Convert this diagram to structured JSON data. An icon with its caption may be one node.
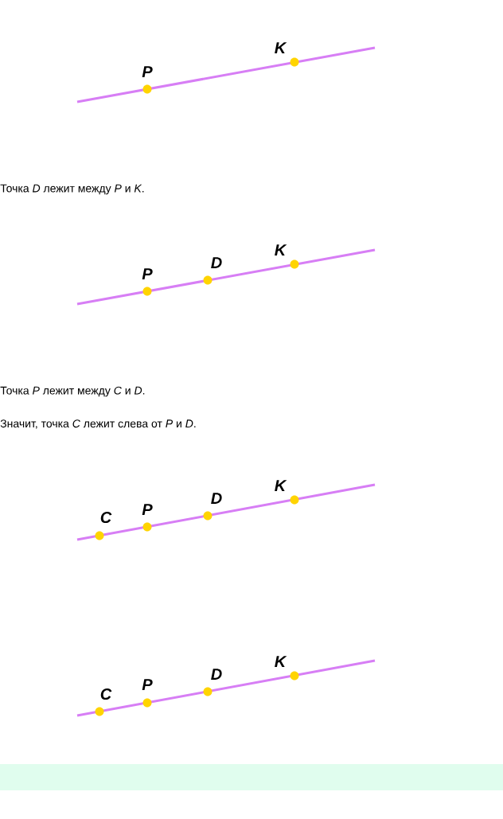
{
  "diagram": {
    "nodes": [
      {
        "text": [],
        "shape": "circle",
        "beside": [
          "P"
        ]
      },
      {
        "text": [],
        "shape": "circle",
        "beside": [
          "K"
        ]
      },
      {
        "text": [],
        "shape": "circle",
        "beside": [
          "P"
        ]
      },
      {
        "text": [],
        "shape": "circle",
        "beside": [
          "D"
        ]
      },
      {
        "text": [],
        "shape": "circle",
        "beside": [
          "K"
        ]
      },
      {
        "text": [],
        "shape": "circle",
        "beside": [
          "C"
        ]
      },
      {
        "text": [],
        "shape": "circle",
        "beside": [
          "P"
        ]
      },
      {
        "text": [],
        "shape": "circle",
        "beside": [
          "D"
        ]
      },
      {
        "text": [],
        "shape": "circle",
        "beside": [
          "K"
        ]
      },
      {
        "text": [],
        "shape": "circle",
        "beside": [
          "C"
        ]
      },
      {
        "text": [],
        "shape": "circle",
        "beside": [
          "P"
        ]
      },
      {
        "text": [],
        "shape": "circle",
        "beside": [
          "D"
        ]
      },
      {
        "text": [],
        "shape": "circle",
        "beside": [
          "K"
        ]
      }
    ],
    "labels": [
      "Точка *D* лежит между *P* и *K*.",
      "Точка *P* лежит между *C* и *D*.",
      "Значит, точка *C* лежит слева от *P* и *D*."
    ]
  }
}
